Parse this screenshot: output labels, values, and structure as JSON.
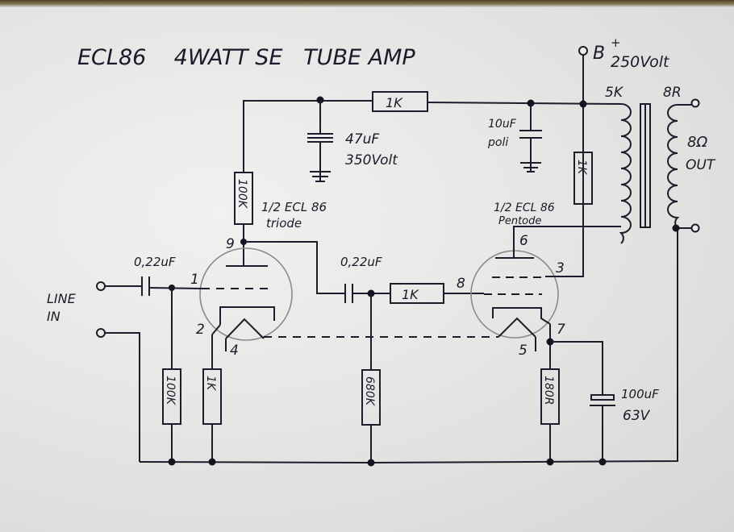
{
  "title": "ECL86    4WATT SE   TUBE AMP",
  "supply": {
    "label": "B",
    "sup": "+",
    "voltage": "250Volt"
  },
  "transformer": {
    "primary": "5K",
    "secondary": "8R",
    "output_label_1": "8Ω",
    "output_label_2": "OUT"
  },
  "input": {
    "label_1": "LINE",
    "label_2": "IN"
  },
  "components": {
    "r_supply": "1K",
    "c_filter_1": [
      "47uF",
      "350Volt"
    ],
    "c_filter_2": [
      "10uF",
      "poli"
    ],
    "r_anode_triode": "100K",
    "r_screen": "1K",
    "c_input": "0,22uF",
    "c_coupling": "0,22uF",
    "r_grid_stopper": "1K",
    "r_input_grid": "100K",
    "r_triode_cathode": "1K",
    "r_pentode_grid": "680K",
    "r_pentode_cathode": "180R",
    "c_cathode_bypass": [
      "100uF",
      "63V"
    ]
  },
  "tubes": {
    "triode": {
      "label_1": "1/2 ECL 86",
      "label_2": "triode",
      "pins": {
        "anode": "9",
        "grid": "1",
        "cathode": "2",
        "heater": "4"
      }
    },
    "pentode": {
      "label_1": "1/2 ECL 86",
      "label_2": "Pentode",
      "pins": {
        "anode": "6",
        "screen": "3",
        "grid": "8",
        "cathode": "7",
        "heater": "5"
      }
    }
  }
}
